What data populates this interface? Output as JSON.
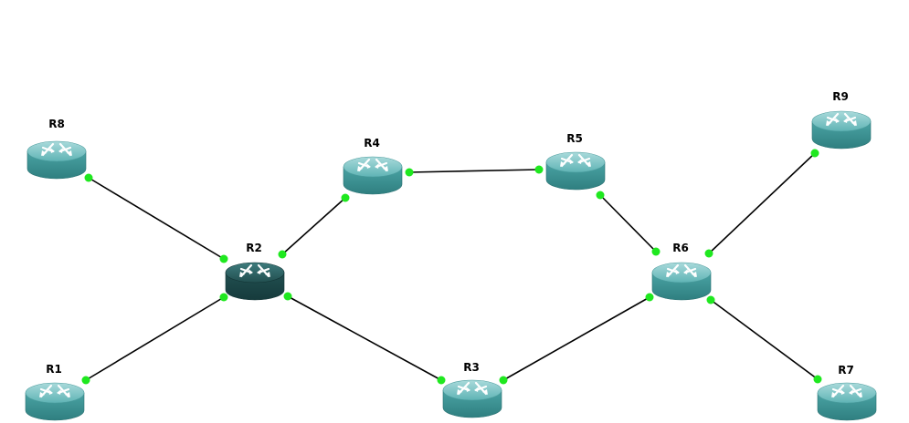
{
  "colors": {
    "router_body": "#3f9a9b",
    "router_selected": "#1e5556",
    "link": "#000000",
    "port": "#1fe81f"
  },
  "icons": {
    "router": "router-icon"
  },
  "routers": [
    {
      "id": "R1",
      "label": "R1",
      "selected": false
    },
    {
      "id": "R2",
      "label": "R2",
      "selected": true
    },
    {
      "id": "R3",
      "label": "R3",
      "selected": false
    },
    {
      "id": "R4",
      "label": "R4",
      "selected": false
    },
    {
      "id": "R5",
      "label": "R5",
      "selected": false
    },
    {
      "id": "R6",
      "label": "R6",
      "selected": false
    },
    {
      "id": "R7",
      "label": "R7",
      "selected": false
    },
    {
      "id": "R8",
      "label": "R8",
      "selected": false
    },
    {
      "id": "R9",
      "label": "R9",
      "selected": false
    }
  ],
  "links": [
    {
      "from": "R8",
      "to": "R2"
    },
    {
      "from": "R1",
      "to": "R2"
    },
    {
      "from": "R2",
      "to": "R4"
    },
    {
      "from": "R2",
      "to": "R3"
    },
    {
      "from": "R4",
      "to": "R5"
    },
    {
      "from": "R5",
      "to": "R6"
    },
    {
      "from": "R3",
      "to": "R6"
    },
    {
      "from": "R6",
      "to": "R9"
    },
    {
      "from": "R6",
      "to": "R7"
    }
  ]
}
